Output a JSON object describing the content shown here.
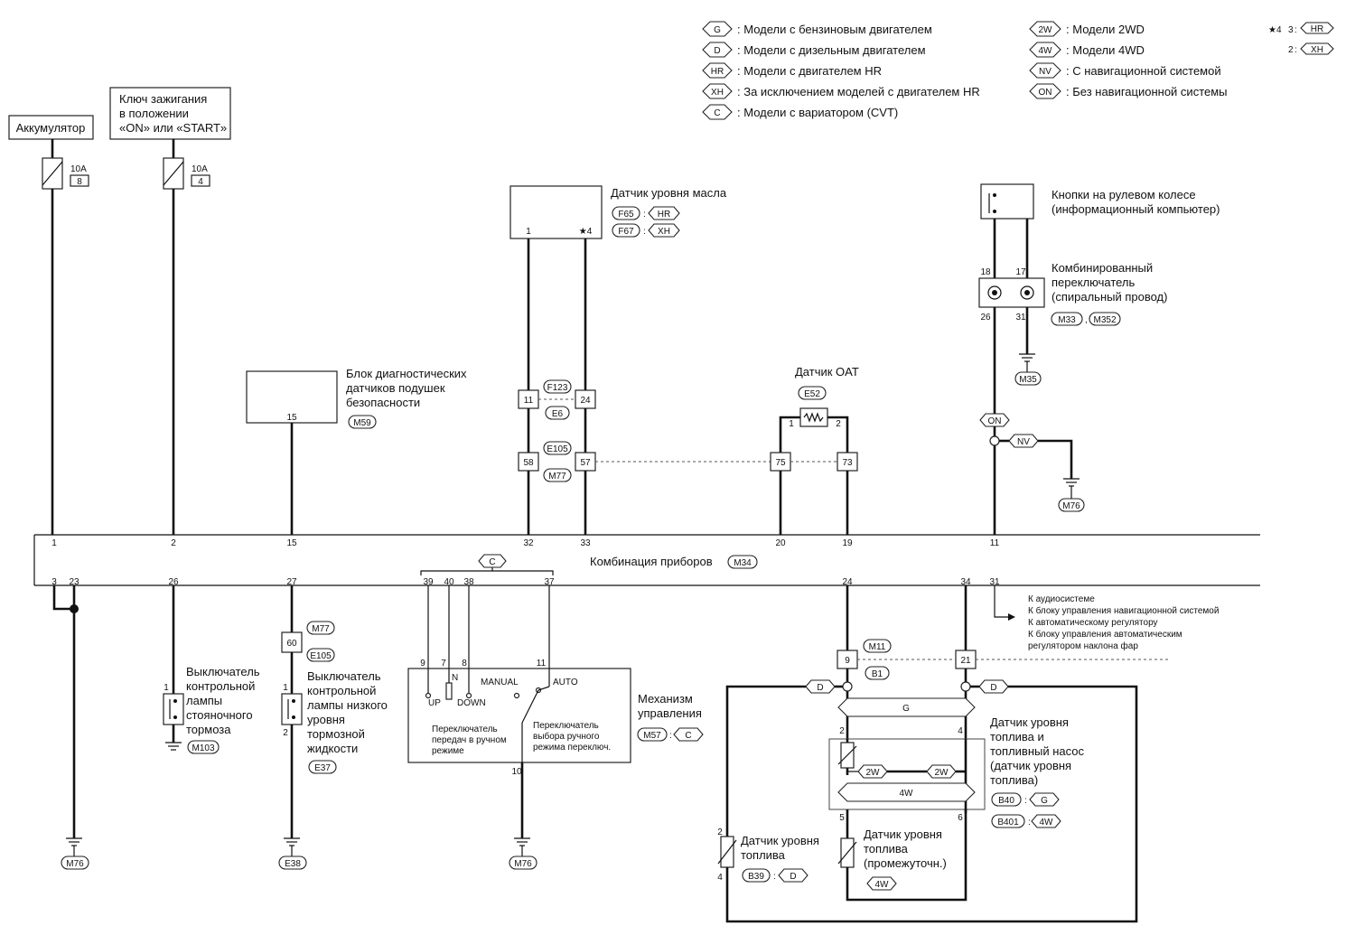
{
  "legend": {
    "left": [
      {
        "code": "G",
        "text": ": Модели с бензиновым двигателем"
      },
      {
        "code": "D",
        "text": ": Модели с дизельным двигателем"
      },
      {
        "code": "HR",
        "text": ": Модели с двигателем HR"
      },
      {
        "code": "XH",
        "text": ": За исключением моделей с двигателем HR"
      },
      {
        "code": "C",
        "text": ": Модели с вариатором (CVT)"
      }
    ],
    "right": [
      {
        "code": "2W",
        "text": ": Модели 2WD"
      },
      {
        "code": "4W",
        "text": ": Модели 4WD"
      },
      {
        "code": "NV",
        "text": ": С навигационной системой"
      },
      {
        "code": "ON",
        "text": ": Без  навигационной системы"
      }
    ],
    "star": {
      "mark": "★4",
      "line1_pin": "3",
      "line1_code": "HR",
      "line2_pin": "2",
      "line2_code": "XH"
    }
  },
  "power": {
    "battery": "Аккумулятор",
    "ignition": [
      "Ключ зажигания",
      "в положении",
      "«ON» или «START»"
    ],
    "fuse1": {
      "rating": "10A",
      "num": "8"
    },
    "fuse2": {
      "rating": "10A",
      "num": "4"
    }
  },
  "oil_sensor": {
    "title": "Датчик уровня масла",
    "pins": [
      "1",
      "★4"
    ],
    "codes": [
      {
        "conn": "F65",
        "model": "HR"
      },
      {
        "conn": "F67",
        "model": "XH"
      }
    ],
    "conn1": {
      "code": "F123",
      "pins": [
        "11",
        "24"
      ]
    },
    "conn1b": "E6",
    "conn2": {
      "code": "E105",
      "pins": [
        "58",
        "57"
      ]
    },
    "conn2b": "M77"
  },
  "airbag": {
    "lines": [
      "Блок диагностических",
      "датчиков подушек",
      "безопасности"
    ],
    "pin": "15",
    "code": "M59"
  },
  "oat": {
    "title": "Датчик OAT",
    "code": "E52",
    "pins": [
      "1",
      "2"
    ],
    "conn_pins": [
      "75",
      "73"
    ]
  },
  "steering": {
    "buttons": [
      "Кнопки на рулевом колесе",
      "(информационный компьютер)"
    ],
    "switch": [
      "Комбинированный",
      "переключатель",
      "(спиральный провод)"
    ],
    "pins_top": [
      "18",
      "17"
    ],
    "pins_bottom": [
      "26",
      "31"
    ],
    "codes": [
      "M33",
      "M352"
    ],
    "ground": "M35",
    "on": "ON",
    "nv": "NV",
    "ground2": "M76"
  },
  "cluster": {
    "title": "Комбинация приборов",
    "code": "M34",
    "top_pins": [
      "1",
      "2",
      "15",
      "32",
      "33",
      "20",
      "19",
      "11"
    ],
    "bottom_pins": [
      "3",
      "23",
      "26",
      "27",
      "39",
      "40",
      "38",
      "37",
      "24",
      "34",
      "31"
    ],
    "c_code": "C"
  },
  "audio_notes": [
    "К аудиосистеме",
    "К блоку управления навигационной системой",
    "К автоматическому регулятору",
    "К блоку управления автоматическим",
    "регулятором наклона фар"
  ],
  "parking": {
    "lines": [
      "Выключатель",
      "контрольной",
      "лампы",
      "стояночного",
      "тормоза"
    ],
    "code": "M103",
    "pin": "1"
  },
  "brake_fluid": {
    "lines": [
      "Выключатель",
      "контрольной",
      "лампы низкого",
      "уровня",
      "тормозной",
      "жидкости"
    ],
    "code": "E37",
    "conn_pin": "60",
    "conn_codes": [
      "M77",
      "E105"
    ],
    "pins": [
      "1",
      "2"
    ]
  },
  "mechanism": {
    "title": [
      "Механизм",
      "управления"
    ],
    "code": "M57",
    "model": "C",
    "pins_top": [
      "9",
      "7",
      "8",
      "11"
    ],
    "pin_bottom": "10",
    "labels": {
      "n": "N",
      "up": "UP",
      "down": "DOWN",
      "manual": "MANUAL",
      "auto": "AUTO"
    },
    "sw1": [
      "Переключатель",
      "передач в ручном",
      "режиме"
    ],
    "sw2": [
      "Переключатель",
      "выбора ручного",
      "режима переключ."
    ]
  },
  "fuel": {
    "main": [
      "Датчик уровня",
      "топлива и",
      "топливный насос",
      "(датчик уровня",
      "топлива)"
    ],
    "main_codes": [
      {
        "conn": "B40",
        "model": "G"
      },
      {
        "conn": "B401",
        "model": "4W"
      }
    ],
    "conn": {
      "codes": [
        "M11",
        "B1"
      ],
      "pins": [
        "9",
        "21"
      ]
    },
    "sensor_pins": [
      "2",
      "4",
      "5",
      "6"
    ],
    "g": "G",
    "w2": "2W",
    "w4": "4W",
    "d": "D",
    "left": {
      "lines": [
        "Датчик уровня",
        "топлива"
      ],
      "code": "B39",
      "model": "D",
      "pins": [
        "2",
        "4"
      ]
    },
    "mid": {
      "lines": [
        "Датчик уровня",
        "топлива",
        "(промежуточн.)"
      ],
      "model": "4W"
    }
  },
  "grounds": [
    "M76",
    "E38",
    "M76"
  ]
}
